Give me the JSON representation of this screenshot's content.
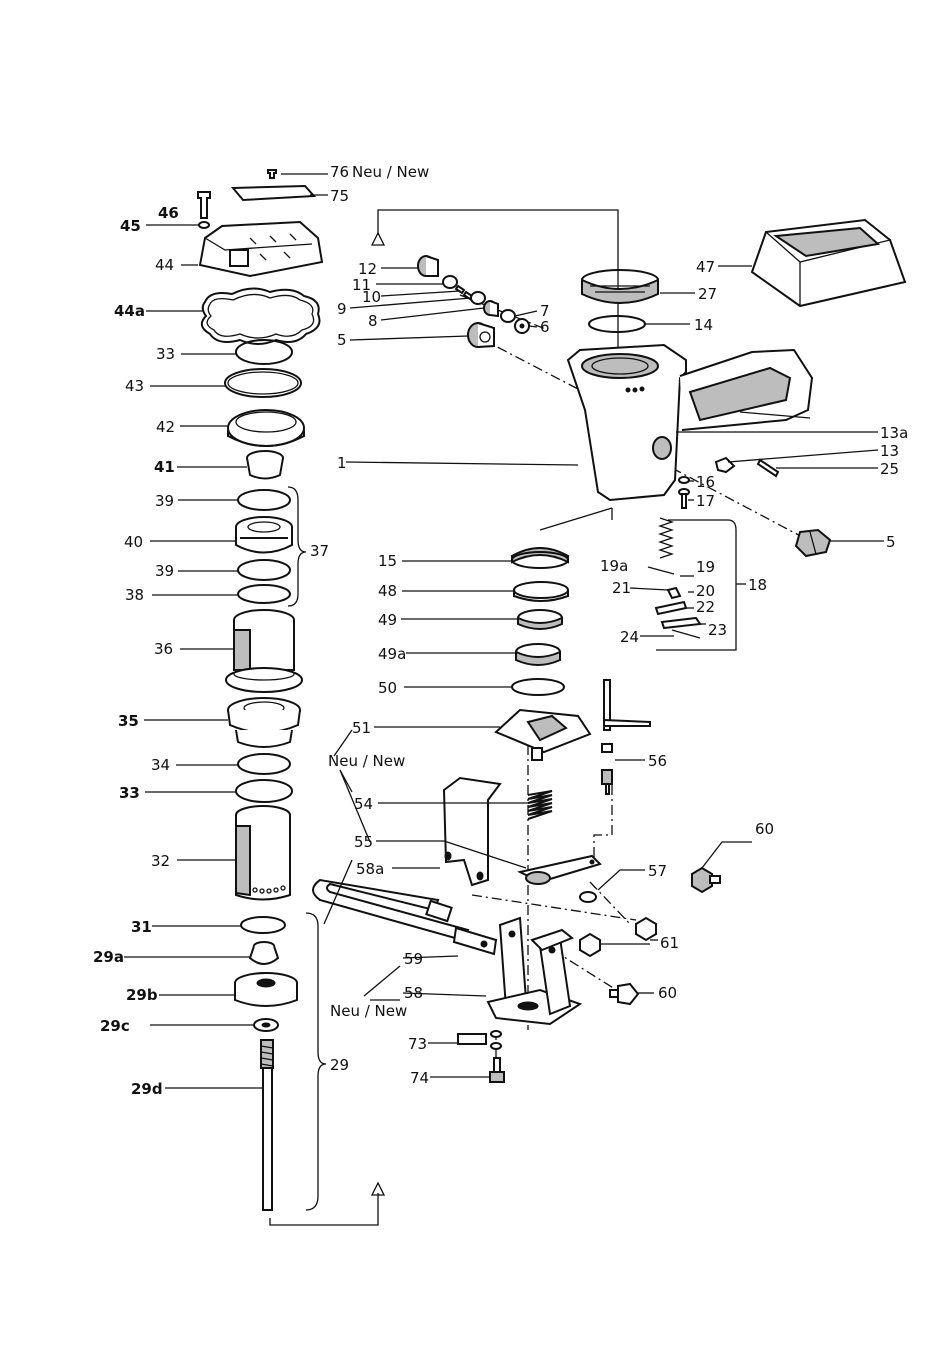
{
  "labels": {
    "l76": "76",
    "neu_new_top": "Neu / New",
    "l75": "75",
    "l46": "46",
    "l45": "45",
    "l44": "44",
    "l44a": "44a",
    "l33a": "33",
    "l43": "43",
    "l42": "42",
    "l41": "41",
    "l39a": "39",
    "l40": "40",
    "l37": "37",
    "l39b": "39",
    "l38": "38",
    "l36": "36",
    "l35": "35",
    "l34": "34",
    "l33b": "33",
    "l32": "32",
    "l31": "31",
    "l29a": "29a",
    "l29b": "29b",
    "l29c": "29c",
    "l29d": "29d",
    "l29": "29",
    "l12": "12",
    "l11": "11",
    "l10": "10",
    "l9": "9",
    "l8": "8",
    "l7": "7",
    "l6": "6",
    "l5a": "5",
    "l1": "1",
    "l27": "27",
    "l14": "14",
    "l47": "47",
    "l13a": "13a",
    "l13": "13",
    "l25": "25",
    "l16": "16",
    "l17": "17",
    "l5b": "5",
    "l15": "15",
    "l48": "48",
    "l49": "49",
    "l49a": "49a",
    "l50": "50",
    "l51": "51",
    "neu_new_mid": "Neu / New",
    "l54": "54",
    "l55": "55",
    "l58a": "58a",
    "l56": "56",
    "l57": "57",
    "l60a": "60",
    "l61": "61",
    "l60b": "60",
    "l59": "59",
    "l58": "58",
    "neu_new_bot": "Neu / New",
    "l73": "73",
    "l74": "74",
    "l19a": "19a",
    "l19": "19",
    "l21": "21",
    "l20": "20",
    "l22": "22",
    "l23": "23",
    "l24": "24",
    "l18": "18"
  }
}
